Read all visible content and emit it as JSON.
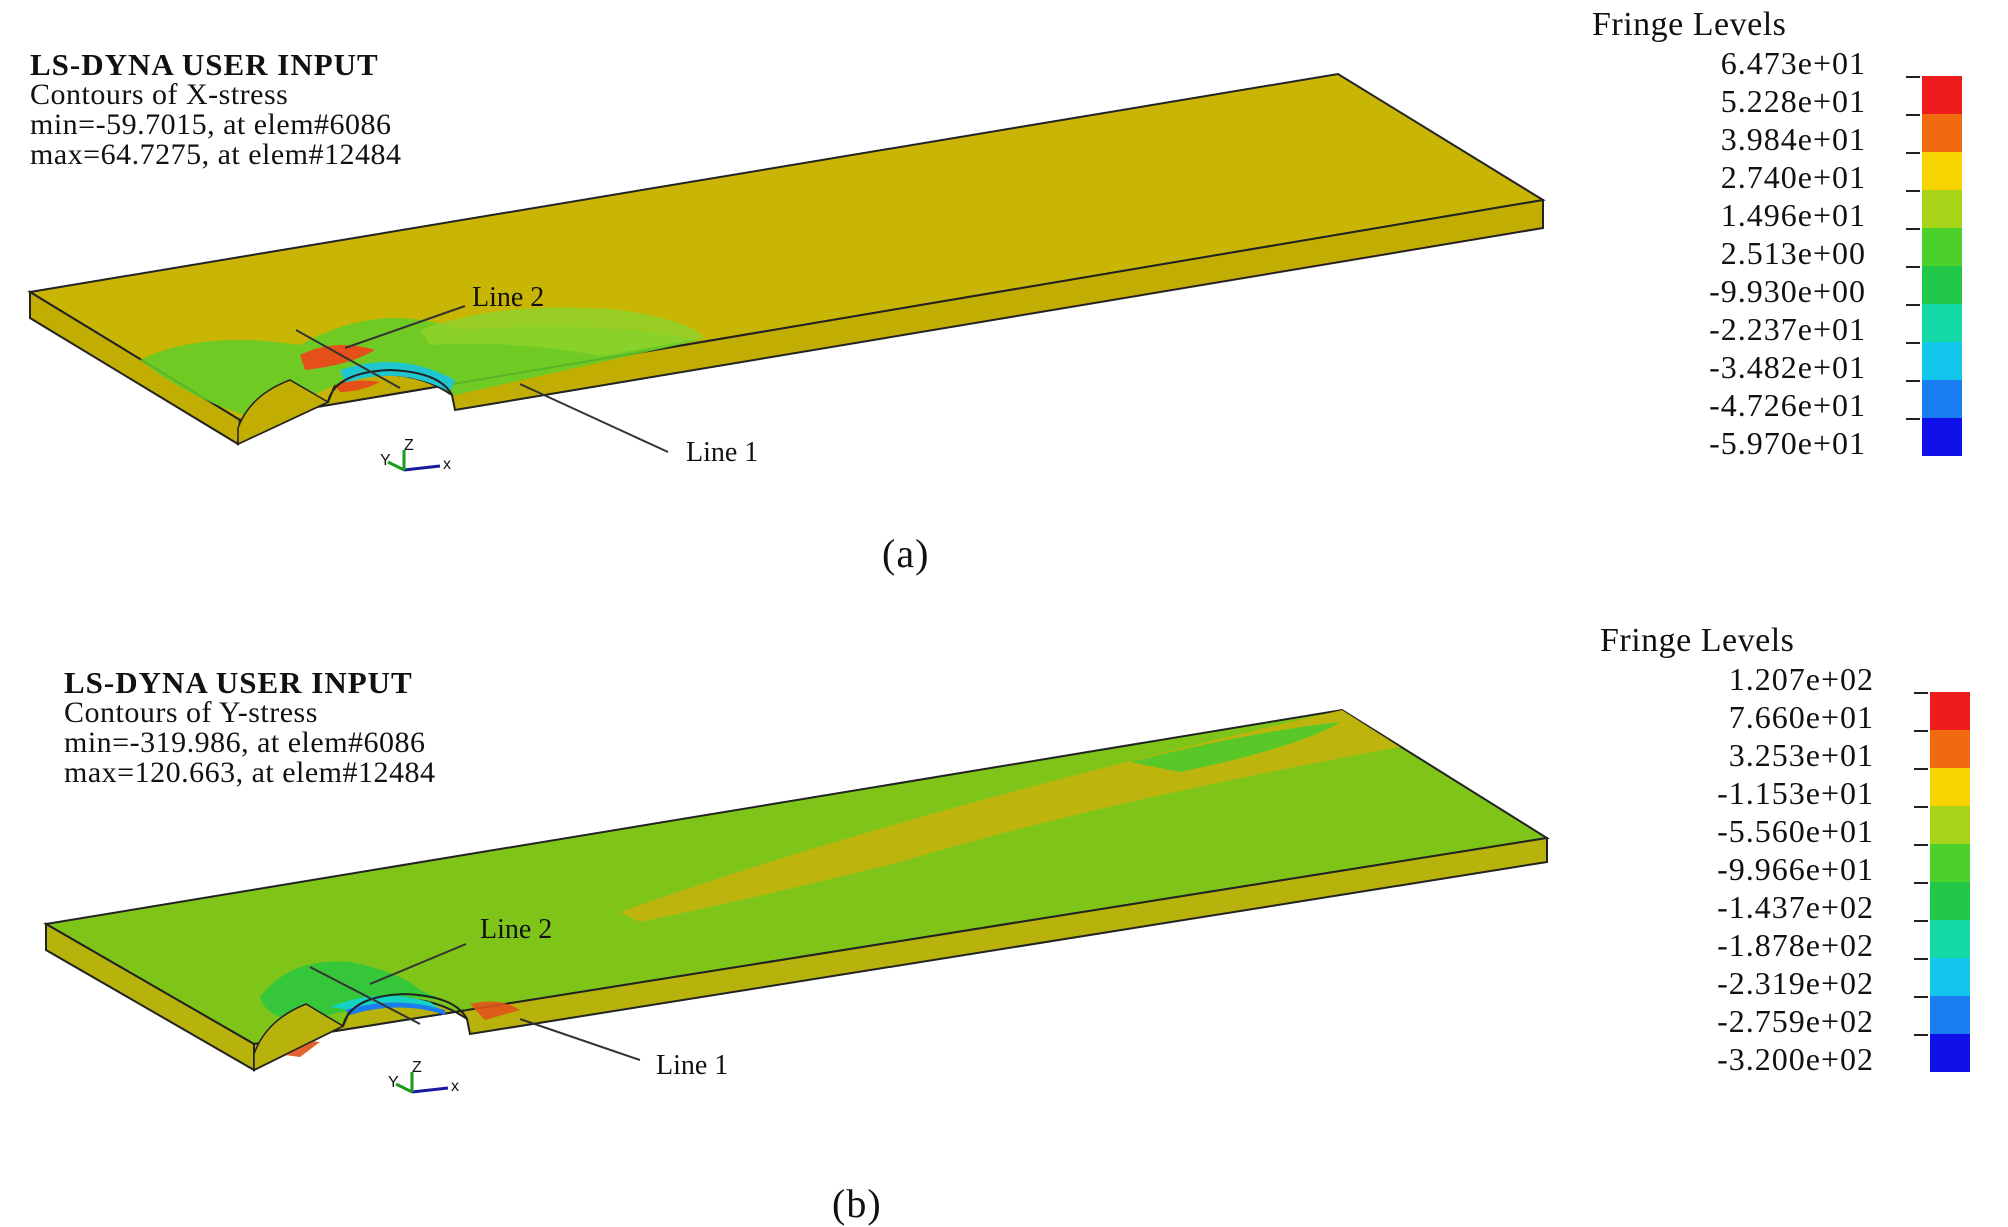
{
  "panel_a": {
    "title": "LS-DYNA  USER INPUT",
    "contour": "Contours of X-stress",
    "min_text": "min=-59.7015, at elem#6086",
    "max_text": "max=64.7275, at elem#12484",
    "fringe_title": "Fringe Levels",
    "fringe_levels": [
      "6.473e+01",
      "5.228e+01",
      "3.984e+01",
      "2.740e+01",
      "1.496e+01",
      "2.513e+00",
      "-9.930e+00",
      "-2.237e+01",
      "-3.482e+01",
      "-4.726e+01",
      "-5.970e+01"
    ],
    "line1": "Line 1",
    "line2": "Line 2",
    "caption": "(a)"
  },
  "panel_b": {
    "title": "LS-DYNA  USER INPUT",
    "contour": "Contours of Y-stress",
    "min_text": "min=-319.986, at elem#6086",
    "max_text": "max=120.663, at elem#12484",
    "fringe_title": "Fringe Levels",
    "fringe_levels": [
      "1.207e+02",
      "7.660e+01",
      "3.253e+01",
      "-1.153e+01",
      "-5.560e+01",
      "-9.966e+01",
      "-1.437e+02",
      "-1.878e+02",
      "-2.319e+02",
      "-2.759e+02",
      "-3.200e+02"
    ],
    "line1": "Line 1",
    "line2": "Line 2",
    "caption": "(b)"
  },
  "axis_triad": {
    "y": "Y",
    "z": "Z",
    "x": "x"
  },
  "fringe_colors": [
    "#ee1c1c",
    "#f06a10",
    "#f5d400",
    "#a8d51a",
    "#4cd12a",
    "#22c84a",
    "#14d9a6",
    "#12c6ec",
    "#1a7df0",
    "#1010e8"
  ],
  "plate_colors": {
    "top_a": "#c9b504",
    "side_a": "#c2ad02",
    "top_b": "#7fc519",
    "side_b": "#b8b20c",
    "edge": "#222222"
  }
}
